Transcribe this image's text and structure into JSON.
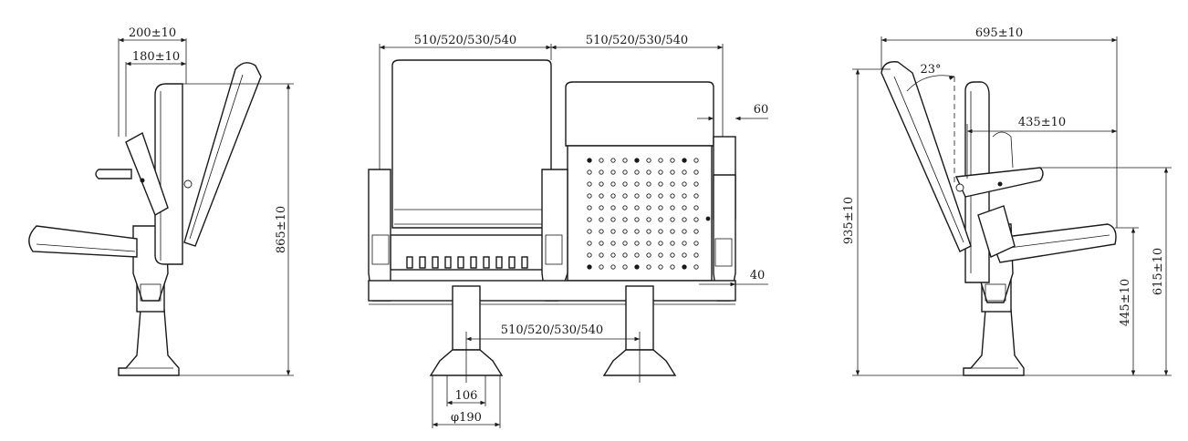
{
  "side_view_left": {
    "top_depth": "200±10",
    "inner_depth": "180±10",
    "total_height": "865±10"
  },
  "front_view": {
    "left_seat_width": "510/520/530/540",
    "right_seat_width": "510/520/530/540",
    "leg_spacing": "510/520/530/540",
    "back_gap": "60",
    "base_gap": "40",
    "pipe_width": "106",
    "base_diameter": "φ190"
  },
  "side_view_right": {
    "total_depth": "695±10",
    "recline_angle": "23°",
    "armrest_depth": "435±10",
    "total_height": "935±10",
    "armrest_height": "615±10",
    "seat_height": "445±10"
  }
}
